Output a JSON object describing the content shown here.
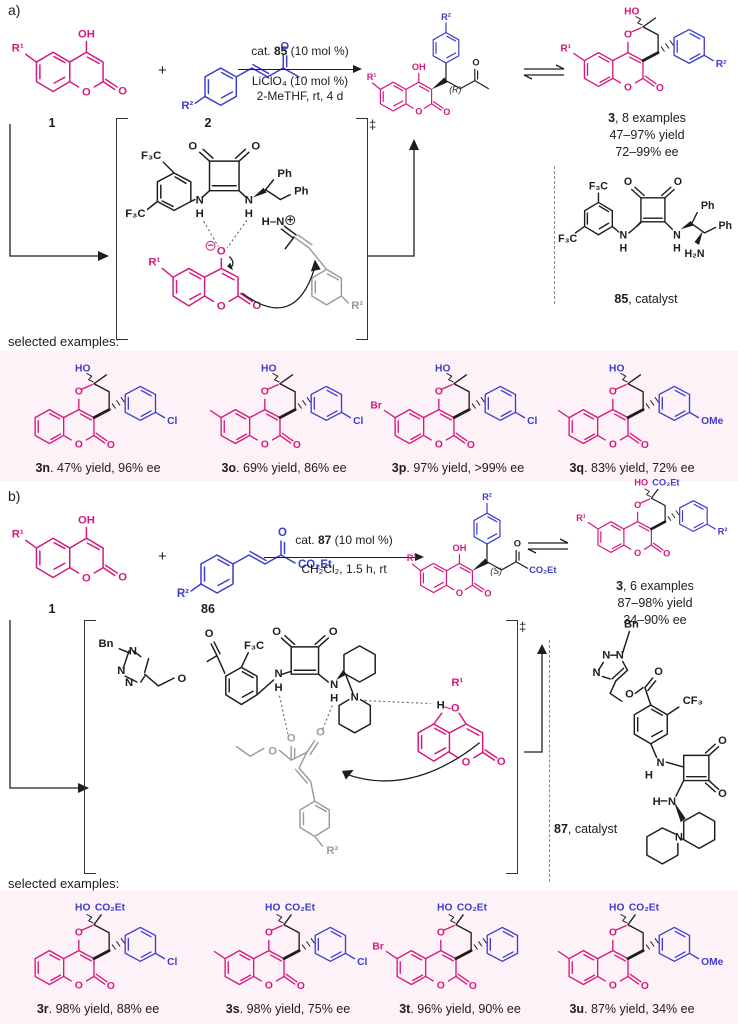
{
  "colors": {
    "magenta": "#d6187e",
    "blue": "#3d3dce",
    "gray": "#9c9c9c",
    "black": "#1d1d1d",
    "panel_pink": "#fdf2f7"
  },
  "sym": {
    "O": "O",
    "OH": "OH",
    "HO": "HO",
    "N": "N",
    "H": "H",
    "R1": "R¹",
    "R2": "R²",
    "F3C": "F₃C",
    "CF3": "CF₃",
    "Ph": "Ph",
    "H2N": "H₂N",
    "CO2Et": "CO₂Et",
    "Bn": "Bn",
    "plus": "+",
    "dagger": "‡",
    "minus": "−",
    "plus_s": "+",
    "HN": "H–N",
    "R": "(R)",
    "S": "(S)"
  },
  "a": {
    "label": "a)",
    "r1_id": "1",
    "r2_id": "2",
    "cond1_pre": "cat. ",
    "cond1_cat": "85",
    "cond1_suf": " (10 mol %)",
    "cond2": "LiClO₄ (10 mol %)",
    "cond3": "2-MeTHF, rt, 4 d",
    "prod_id": "3",
    "prod_examples": ", 8 examples",
    "prod_yield": "47–97% yield",
    "prod_ee": "72–99% ee",
    "cat_id": "85",
    "cat_suffix": ", catalyst",
    "selected": "selected examples:",
    "examples": [
      {
        "id": "3n",
        "res": ". 47% yield, 96% ee",
        "benzo": "",
        "aryl": "Cl",
        "tick": "hidden",
        "arylbond": "shown"
      },
      {
        "id": "3o",
        "res": ". 69% yield, 86% ee",
        "benzo": "",
        "aryl": "Cl",
        "tick": "shown",
        "arylbond": "shown"
      },
      {
        "id": "3p",
        "res": ". 97% yield, >99% ee",
        "benzo": "Br",
        "aryl": "Cl",
        "tick": "shown",
        "arylbond": "shown"
      },
      {
        "id": "3q",
        "res": ". 83% yield, 72% ee",
        "benzo": "",
        "aryl": "OMe",
        "tick": "shown",
        "arylbond": "shown"
      }
    ]
  },
  "b": {
    "label": "b)",
    "r1_id": "1",
    "r2_id": "86",
    "cond1_pre": "cat. ",
    "cond1_cat": "87",
    "cond1_suf": " (10 mol %)",
    "cond2": "CH₂Cl₂, 1.5 h, rt",
    "prod_id": "3",
    "prod_examples": ", 6 examples",
    "prod_yield": "87–98% yield",
    "prod_ee": "34–90% ee",
    "cat_id": "87",
    "cat_suffix": ", catalyst",
    "selected": "selected examples:",
    "examples": [
      {
        "id": "3r",
        "res": ". 98% yield, 88% ee",
        "benzo": "",
        "aryl": "Cl",
        "tick": "hidden",
        "arylbond": "shown"
      },
      {
        "id": "3s",
        "res": ". 98% yield, 75% ee",
        "benzo": "",
        "aryl": "Cl",
        "tick": "shown",
        "arylbond": "shown"
      },
      {
        "id": "3t",
        "res": ". 96% yield, 90% ee",
        "benzo": "Br",
        "aryl": "",
        "tick": "shown",
        "arylbond": "hidden"
      },
      {
        "id": "3u",
        "res": ". 87% yield, 34% ee",
        "benzo": "",
        "aryl": "OMe",
        "tick": "shown",
        "arylbond": "shown"
      }
    ]
  }
}
